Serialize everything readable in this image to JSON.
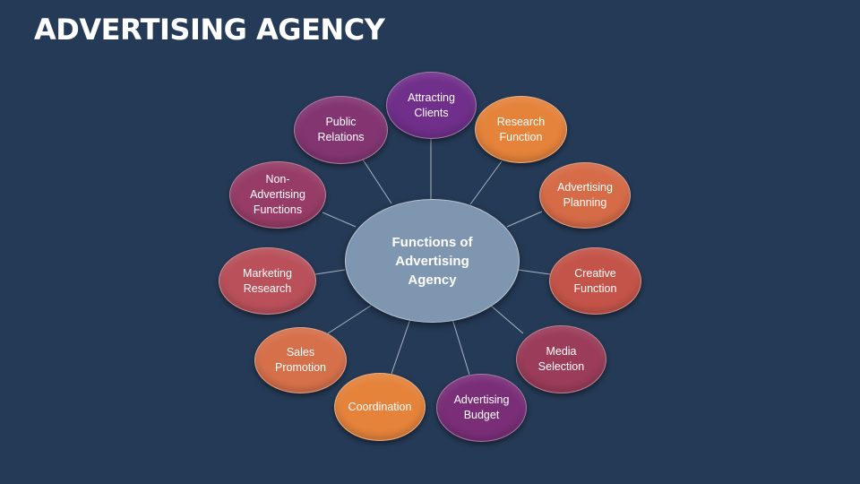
{
  "title": "ADVERTISING AGENCY",
  "center": "Functions of\nAdvertising\nAgency",
  "colors": {
    "background": "#253a56",
    "center": "#7f96b0",
    "purple": "#702f8a",
    "orange": "#e5833b",
    "terracotta": "#c9604e",
    "plum": "#8b3b6a",
    "rose": "#9c3e57",
    "magenta": "#7c3163"
  },
  "nodes": [
    {
      "id": "attracting-clients",
      "label": "Attracting\nClients",
      "color": "#702f8a"
    },
    {
      "id": "research-function",
      "label": "Research\nFunction",
      "color": "#e5833b"
    },
    {
      "id": "advertising-planning",
      "label": "Advertising\nPlanning",
      "color": "#d66b47"
    },
    {
      "id": "creative-function",
      "label": "Creative\nFunction",
      "color": "#c45449"
    },
    {
      "id": "media-selection",
      "label": "Media\nSelection",
      "color": "#9b3c5a"
    },
    {
      "id": "advertising-budget",
      "label": "Advertising\nBudget",
      "color": "#7a2e78"
    },
    {
      "id": "coordination",
      "label": "Coordination",
      "color": "#e5833b"
    },
    {
      "id": "sales-promotion",
      "label": "Sales\nPromotion",
      "color": "#d6704a"
    },
    {
      "id": "marketing-research",
      "label": "Marketing\nResearch",
      "color": "#b9505a"
    },
    {
      "id": "non-advertising-functions",
      "label": "Non-\nAdvertising\nFunctions",
      "color": "#973c66"
    },
    {
      "id": "public-relations",
      "label": "Public\nRelations",
      "color": "#833572"
    }
  ]
}
